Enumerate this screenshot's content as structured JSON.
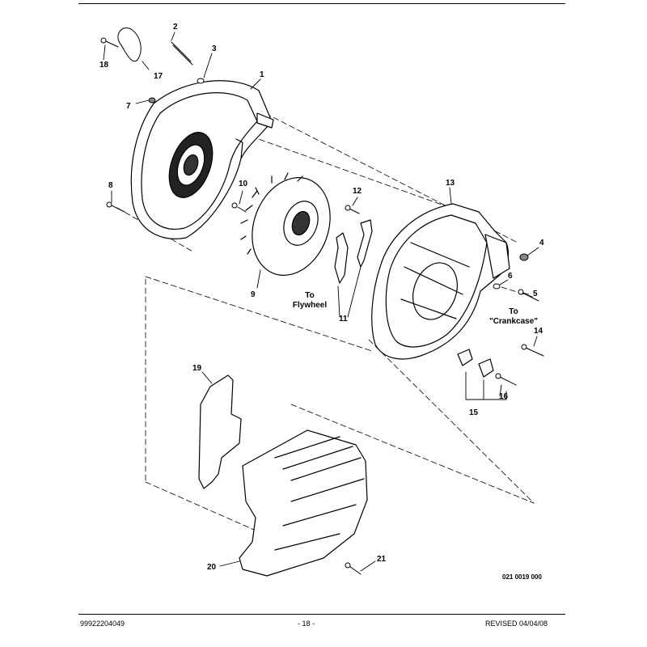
{
  "callouts": {
    "c1": "1",
    "c2": "2",
    "c3": "3",
    "c4": "4",
    "c5": "5",
    "c6": "6",
    "c7": "7",
    "c8": "8",
    "c9": "9",
    "c10": "10",
    "c11": "11",
    "c12": "12",
    "c13": "13",
    "c14": "14",
    "c15": "15",
    "c16": "16",
    "c17": "17",
    "c18": "18",
    "c19": "19",
    "c20": "20",
    "c21": "21"
  },
  "notes": {
    "to_flywheel_line1": "To",
    "to_flywheel_line2": "Flywheel",
    "to_crankcase_line1": "To",
    "to_crankcase_line2": "\"Crankcase\""
  },
  "figure_code": "021 0019 000",
  "footer": {
    "part_number": "99922204049",
    "page": "- 18 -",
    "revised": "REVISED 04/04/08"
  }
}
